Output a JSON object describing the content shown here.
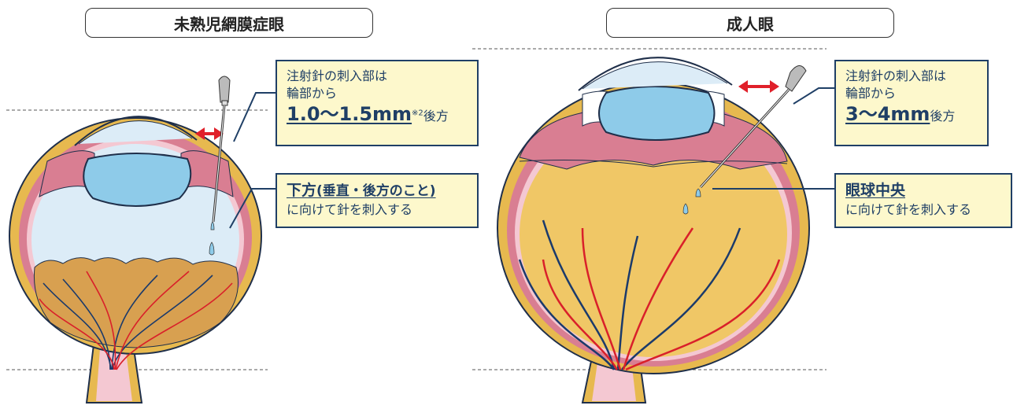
{
  "left": {
    "title": "未熟児網膜症眼",
    "callout1": {
      "line1": "注射針の刺入部は",
      "line2": "輪部から",
      "measure": "1.0〜1.5mm",
      "note": "※2",
      "suffix": "後方"
    },
    "callout2": {
      "heading": "下方",
      "heading_note": "(垂直・後方のこと)",
      "line2": "に向けて針を刺入する"
    }
  },
  "right": {
    "title": "成人眼",
    "callout1": {
      "line1": "注射針の刺入部は",
      "line2": "輪部から",
      "measure": "3〜4mm",
      "suffix": "後方"
    },
    "callout2": {
      "heading": "眼球中央",
      "line2": "に向けて針を刺入する"
    }
  },
  "colors": {
    "callout_bg": "#fdf8cc",
    "callout_border": "#1f3f66",
    "sclera": "#e7b94f",
    "choroid": "#d97e92",
    "lens": "#8ecbe9",
    "vitreous_infant": "#dcecf7",
    "vitreous_adult": "#f0c766",
    "retina_infant": "#d8a050",
    "vessel_artery": "#d9202a",
    "vessel_vein": "#1b3a6b",
    "arrow": "#e0202a"
  }
}
